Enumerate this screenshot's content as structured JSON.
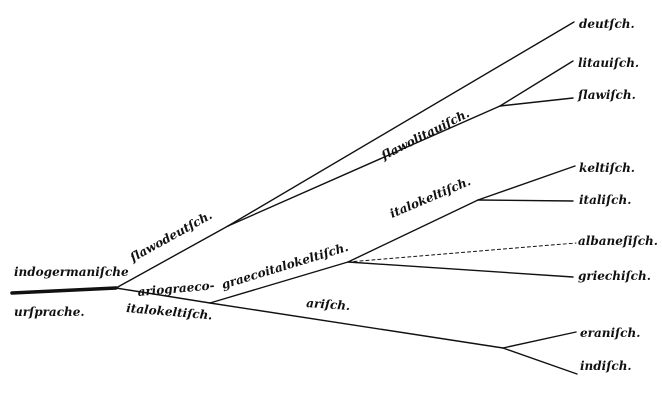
{
  "title_labels": {
    "root_line1": "indogermaniſche",
    "root_line2": "urſprache."
  },
  "branch_labels": {
    "slawodeutsch": "ſlawodeutſch.",
    "slawolitauisch": "ſlawolitauiſch.",
    "ariograeco_line1": "ariograeco-",
    "ariograeco_line2": "italokeltiſch.",
    "graecoitalokeltisch": "graecoitalokeltiſch.",
    "italokeltisch": "italokeltiſch.",
    "arisch": "ariſch."
  },
  "leaves": {
    "deutsch": "deutſch.",
    "litauisch": "litauiſch.",
    "slawisch": "ſlawiſch.",
    "keltisch": "keltiſch.",
    "italisch": "italiſch.",
    "albanesisch": "albaneſiſch.",
    "griechisch": "griechiſch.",
    "eranisch": "eraniſch.",
    "indisch": "indiſch."
  }
}
